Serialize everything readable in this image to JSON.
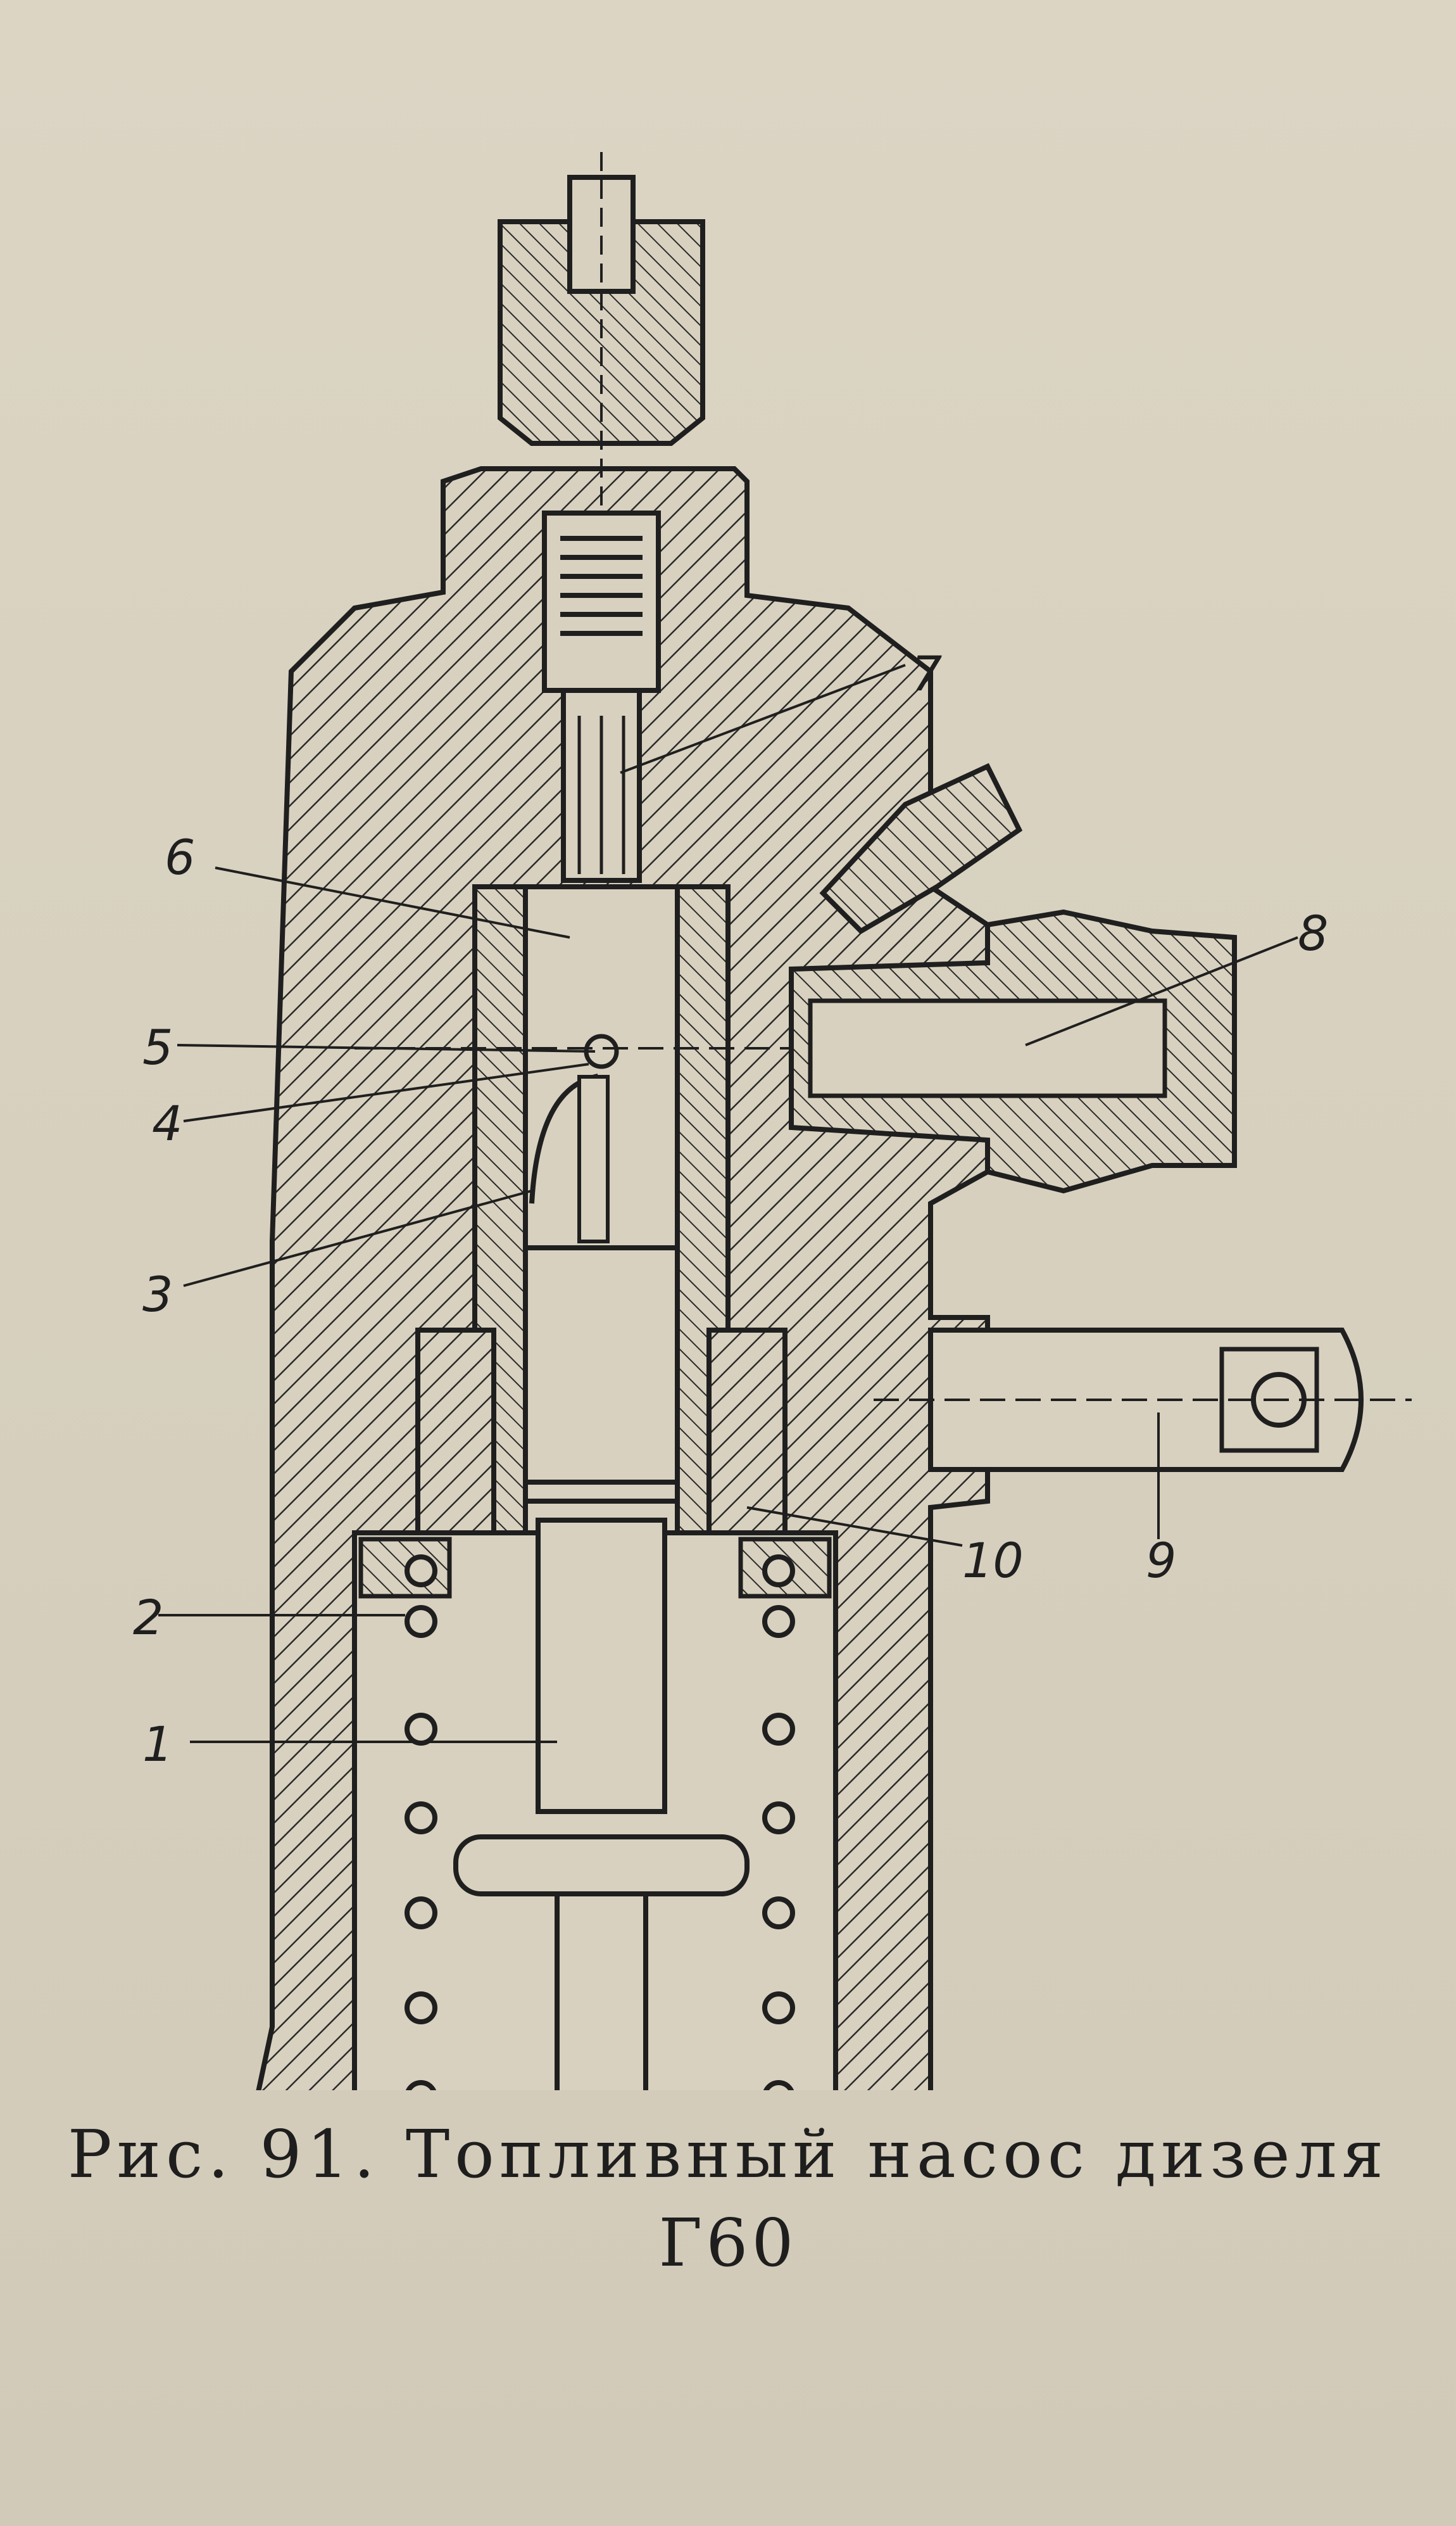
{
  "figure": {
    "caption_line1": "Рис. 91. Топливный насос дизеля",
    "caption_line2": "Г60"
  },
  "callouts": {
    "c1": "1",
    "c2": "2",
    "c3": "3",
    "c4": "4",
    "c5": "5",
    "c6": "6",
    "c7": "7",
    "c8": "8",
    "c9": "9",
    "c10": "10"
  },
  "colors": {
    "paper": "#d9d2c0",
    "ink": "#1f1f1f"
  }
}
